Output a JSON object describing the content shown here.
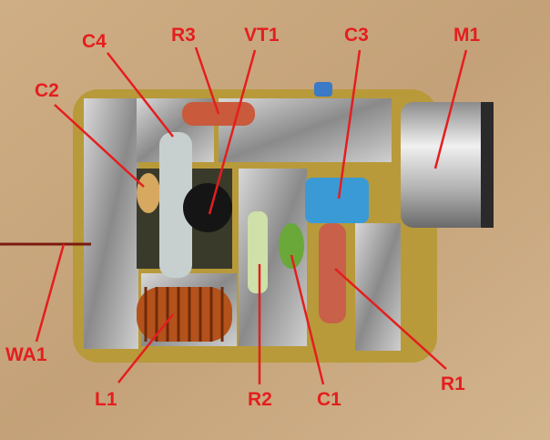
{
  "labels": {
    "C4": "C4",
    "R3": "R3",
    "VT1": "VT1",
    "C3": "C3",
    "M1": "M1",
    "C2": "C2",
    "WA1": "WA1",
    "L1": "L1",
    "R2": "R2",
    "C1": "C1",
    "R1": "R1"
  },
  "colors": {
    "label": "#e41e1e",
    "wood": "#c9a87e",
    "board": "#b89a3a",
    "solder": "#b8b8b8"
  }
}
